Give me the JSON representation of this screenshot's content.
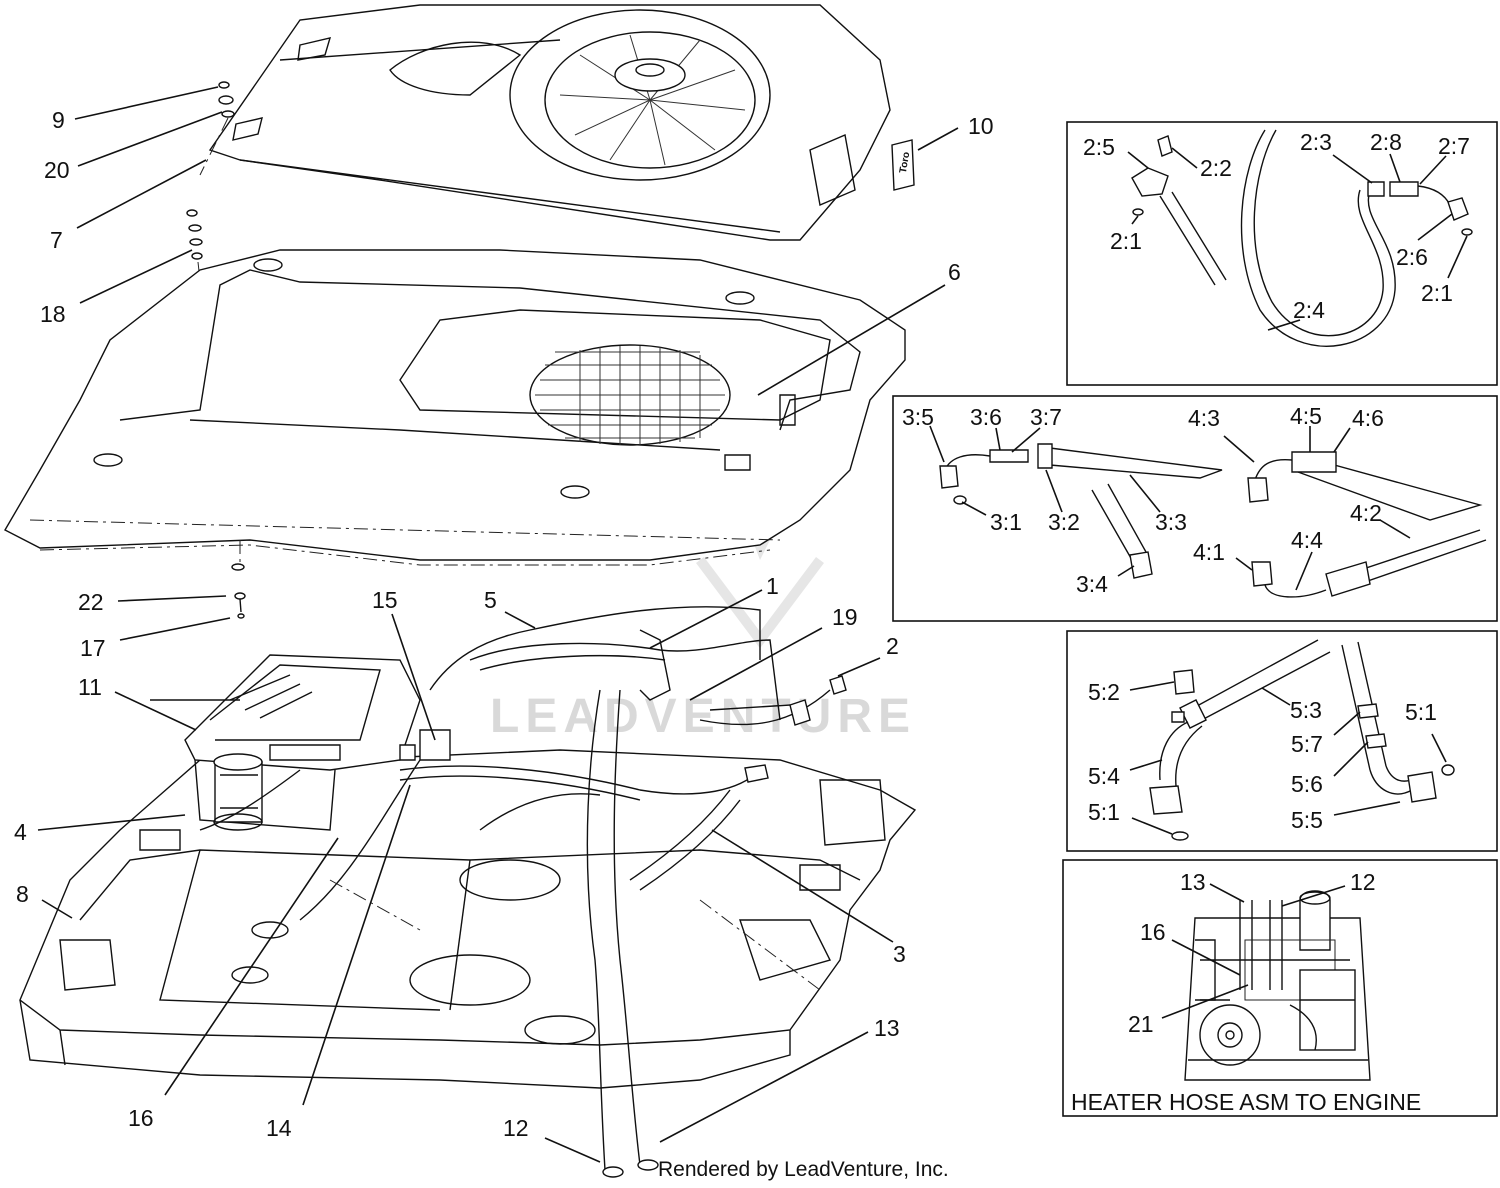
{
  "watermark": "LEADVENTURE",
  "credit": "Rendered by LeadVenture, Inc.",
  "main_callouts": {
    "c1": "1",
    "c2": "2",
    "c3": "3",
    "c4": "4",
    "c5": "5",
    "c6": "6",
    "c7": "7",
    "c8": "8",
    "c9": "9",
    "c10": "10",
    "c11": "11",
    "c12a": "12",
    "c13a": "13",
    "c14": "14",
    "c15": "15",
    "c16": "16",
    "c17": "17",
    "c18": "18",
    "c19": "19",
    "c20": "20",
    "c22": "22"
  },
  "decal_text": "Toro",
  "detail_2": {
    "l25": "2:5",
    "l22": "2:2",
    "l21a": "2:1",
    "l23": "2:3",
    "l28": "2:8",
    "l27": "2:7",
    "l26": "2:6",
    "l21b": "2:1",
    "l24": "2:4"
  },
  "detail_3_4": {
    "l35": "3:5",
    "l36": "3:6",
    "l37": "3:7",
    "l31": "3:1",
    "l32": "3:2",
    "l33": "3:3",
    "l34": "3:4",
    "l43": "4:3",
    "l45": "4:5",
    "l46": "4:6",
    "l42": "4:2",
    "l41": "4:1",
    "l44": "4:4"
  },
  "detail_5": {
    "l52": "5:2",
    "l53": "5:3",
    "l51a": "5:1",
    "l57": "5:7",
    "l54": "5:4",
    "l56": "5:6",
    "l51b": "5:1",
    "l55": "5:5"
  },
  "detail_heater": {
    "l13": "13",
    "l12": "12",
    "l16": "16",
    "l21": "21",
    "caption": "HEATER HOSE ASM TO ENGINE"
  }
}
